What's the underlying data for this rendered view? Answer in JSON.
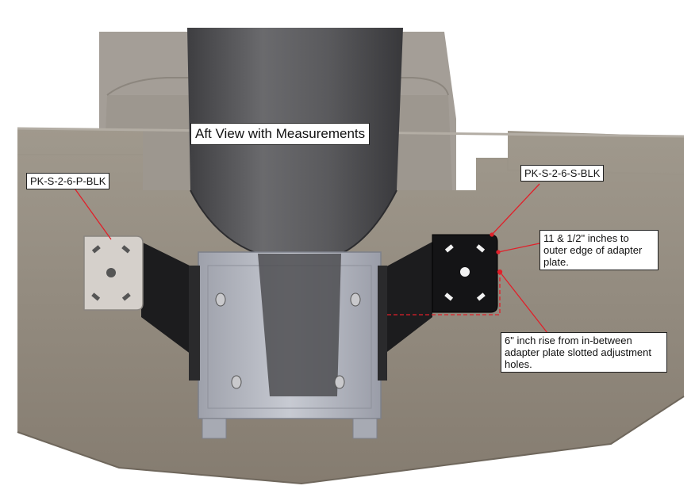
{
  "title": "Aft View with Measurements",
  "callouts": {
    "port_part": "PK-S-2-6-P-BLK",
    "starboard_part": "PK-S-2-6-S-BLK",
    "distance_note": "11 & 1/2\" inches to outer edge of adapter plate.",
    "rise_note": "6\" inch rise from in-between adapter plate slotted adjustment holes."
  },
  "colors": {
    "hull": "#8f877b",
    "deck": "#a49e97",
    "tower": "#5a5a5d",
    "bracket_plate": "#d5d0cb",
    "bracket_black": "#1c1c1e",
    "mount": "#b9bcc5",
    "leader_line": "#e0202a"
  }
}
